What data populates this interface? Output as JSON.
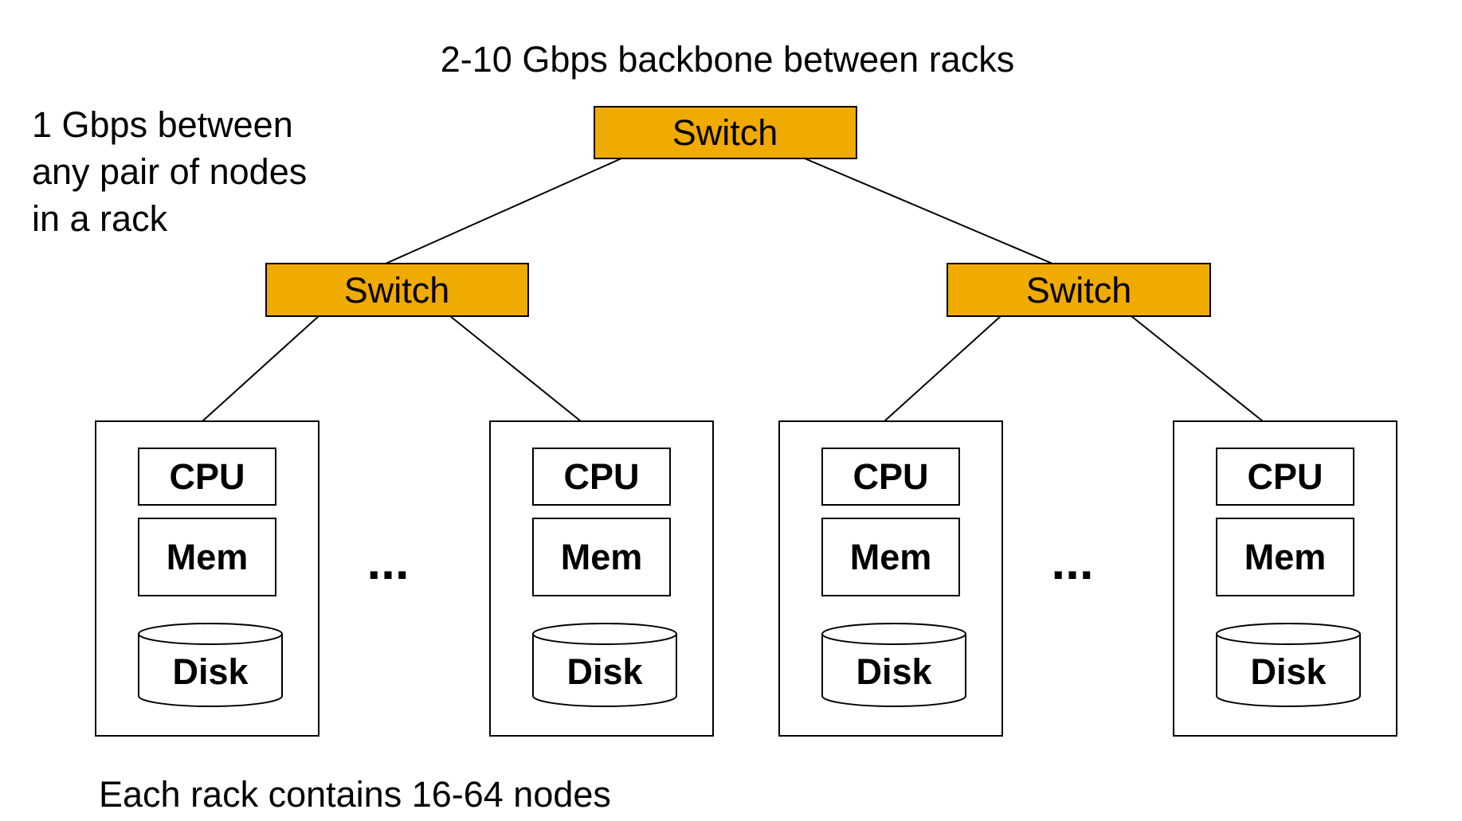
{
  "captions": {
    "backbone": "2-10 Gbps backbone between racks",
    "rack_bandwidth_lines": [
      "1 Gbps between",
      "any pair of nodes",
      "in a rack"
    ],
    "rack_size": "Each rack contains 16-64 nodes"
  },
  "switches": {
    "core": "Switch",
    "rack_left": "Switch",
    "rack_right": "Switch"
  },
  "nodes": [
    {
      "cpu": "CPU",
      "mem": "Mem",
      "disk": "Disk"
    },
    {
      "cpu": "CPU",
      "mem": "Mem",
      "disk": "Disk"
    },
    {
      "cpu": "CPU",
      "mem": "Mem",
      "disk": "Disk"
    },
    {
      "cpu": "CPU",
      "mem": "Mem",
      "disk": "Disk"
    }
  ],
  "ellipses": [
    "...",
    "..."
  ],
  "colors": {
    "switch_fill": "#F0AB00",
    "stroke": "#000000",
    "background": "#FFFFFF"
  },
  "icons": {
    "disk": "cylinder"
  }
}
